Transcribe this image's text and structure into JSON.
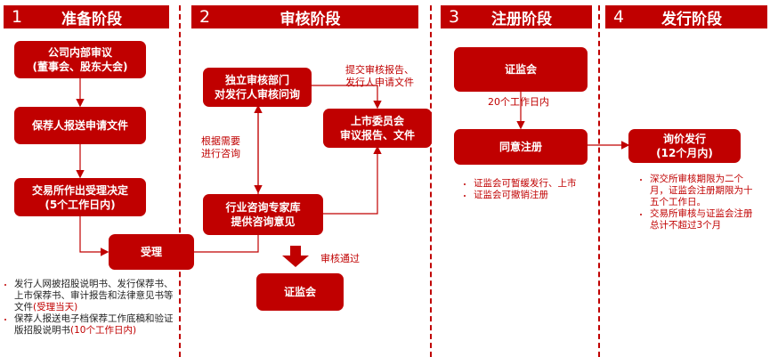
{
  "phases": [
    {
      "num": "1",
      "title": "准备阶段"
    },
    {
      "num": "2",
      "title": "审核阶段"
    },
    {
      "num": "3",
      "title": "注册阶段"
    },
    {
      "num": "4",
      "title": "发行阶段"
    }
  ],
  "phase1": {
    "board_review": {
      "line1": "公司内部审议",
      "line2": "(董事会、股东大会)"
    },
    "sponsor_submit": "保荐人报送申请文件",
    "exchange_decision": {
      "line1": "交易所作出受理决定",
      "line2": "(5个工作日内)"
    },
    "accepted": "受理",
    "notes": [
      {
        "text": "发行人网披招股说明书、发行保荐书、上市保荐书、审计报告和法律意见书等文件",
        "highlight": "(受理当天)"
      },
      {
        "text": "保荐人报送电子档保荐工作底稿和验证版招股说明书",
        "highlight": "(10个工作日内)"
      }
    ]
  },
  "phase2": {
    "review_dept": {
      "line1": "独立审核部门",
      "line2": "对发行人审核问询"
    },
    "listing_committee": {
      "line1": "上市委员会",
      "line2": "审议报告、文件"
    },
    "submit_label": {
      "line1": "提交审核报告、",
      "line2": "发行人申请文件"
    },
    "consult_label": {
      "line1": "根据需要",
      "line2": "进行咨询"
    },
    "expert_pool": {
      "line1": "行业咨询专家库",
      "line2": "提供咨询意见"
    },
    "approved_label": "审核通过",
    "csrc": "证监会"
  },
  "phase3": {
    "csrc": "证监会",
    "days_label": "20个工作日内",
    "agree": "同意注册",
    "notes": [
      "证监会可暂缓发行、上市",
      "证监会可撤销注册"
    ]
  },
  "phase4": {
    "pricing": {
      "line1": "询价发行",
      "line2": "(12个月内)"
    },
    "notes": [
      "深交所审核期限为二个月，证监会注册期限为十五个工作日。",
      "交易所审核与证监会注册总计不超过3个月"
    ]
  },
  "colors": {
    "accent": "#c00000"
  }
}
